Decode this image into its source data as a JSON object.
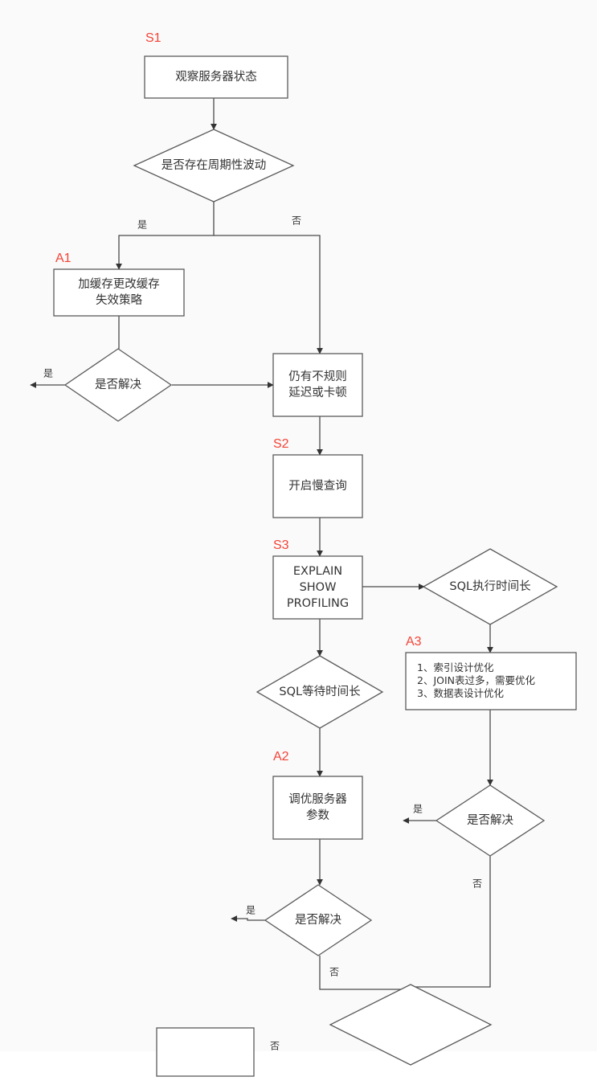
{
  "diagram": {
    "background": "#fafafa",
    "step_label_color": "#f44336",
    "nodes": [
      {
        "id": "observe",
        "type": "rect",
        "step": "S1",
        "lines": [
          "观察服务器状态"
        ]
      },
      {
        "id": "periodic",
        "type": "diamond",
        "lines": [
          "是否存在周期性波动"
        ]
      },
      {
        "id": "cache",
        "type": "rect",
        "step": "A1",
        "lines": [
          "加缓存更改缓存",
          "失效策略"
        ]
      },
      {
        "id": "resolved1",
        "type": "diamond",
        "lines": [
          "是否解决"
        ]
      },
      {
        "id": "irregular",
        "type": "rect",
        "lines": [
          "仍有不规则",
          "延迟或卡顿"
        ]
      },
      {
        "id": "slowquery",
        "type": "rect",
        "step": "S2",
        "lines": [
          "开启慢查询"
        ]
      },
      {
        "id": "explain",
        "type": "rect",
        "step": "S3",
        "lines": [
          "EXPLAIN",
          "SHOW",
          "PROFILING"
        ]
      },
      {
        "id": "exec_long",
        "type": "diamond",
        "lines": [
          "SQL执行时间长"
        ]
      },
      {
        "id": "optimize",
        "type": "rect",
        "step": "A3",
        "align": "left",
        "lines": [
          "1、索引设计优化",
          "2、JOIN表过多，需要优化",
          "3、数据表设计优化"
        ]
      },
      {
        "id": "wait_long",
        "type": "diamond",
        "lines": [
          "SQL等待时间长"
        ]
      },
      {
        "id": "tune",
        "type": "rect",
        "step": "A2",
        "lines": [
          "调优服务器",
          "参数"
        ]
      },
      {
        "id": "resolved3",
        "type": "diamond",
        "lines": [
          "是否解决"
        ]
      },
      {
        "id": "resolved2",
        "type": "diamond",
        "lines": [
          "是否解决"
        ]
      },
      {
        "id": "final_diamond",
        "type": "diamond",
        "lines": []
      },
      {
        "id": "final_box",
        "type": "rect",
        "lines": []
      }
    ],
    "edges": [
      {
        "from": "observe",
        "to": "periodic",
        "label": ""
      },
      {
        "from": "periodic",
        "to": "cache",
        "label": "是"
      },
      {
        "from": "periodic",
        "to": "irregular",
        "label": "否"
      },
      {
        "from": "cache",
        "to": "resolved1",
        "label": ""
      },
      {
        "from": "resolved1",
        "to": "exit-left",
        "label": "是"
      },
      {
        "from": "resolved1",
        "to": "irregular",
        "label": ""
      },
      {
        "from": "irregular",
        "to": "slowquery",
        "label": ""
      },
      {
        "from": "slowquery",
        "to": "explain",
        "label": ""
      },
      {
        "from": "explain",
        "to": "exec_long",
        "label": ""
      },
      {
        "from": "explain",
        "to": "wait_long",
        "label": ""
      },
      {
        "from": "exec_long",
        "to": "optimize",
        "label": ""
      },
      {
        "from": "optimize",
        "to": "resolved3",
        "label": ""
      },
      {
        "from": "resolved3",
        "to": "exit-left",
        "label": "是"
      },
      {
        "from": "resolved3",
        "to": "final_diamond",
        "label": "否"
      },
      {
        "from": "wait_long",
        "to": "tune",
        "label": ""
      },
      {
        "from": "tune",
        "to": "resolved2",
        "label": ""
      },
      {
        "from": "resolved2",
        "to": "exit-left",
        "label": "是"
      },
      {
        "from": "resolved2",
        "to": "final_diamond",
        "label": "否"
      },
      {
        "from": "final_diamond",
        "to": "final_box",
        "label": "否"
      }
    ]
  }
}
